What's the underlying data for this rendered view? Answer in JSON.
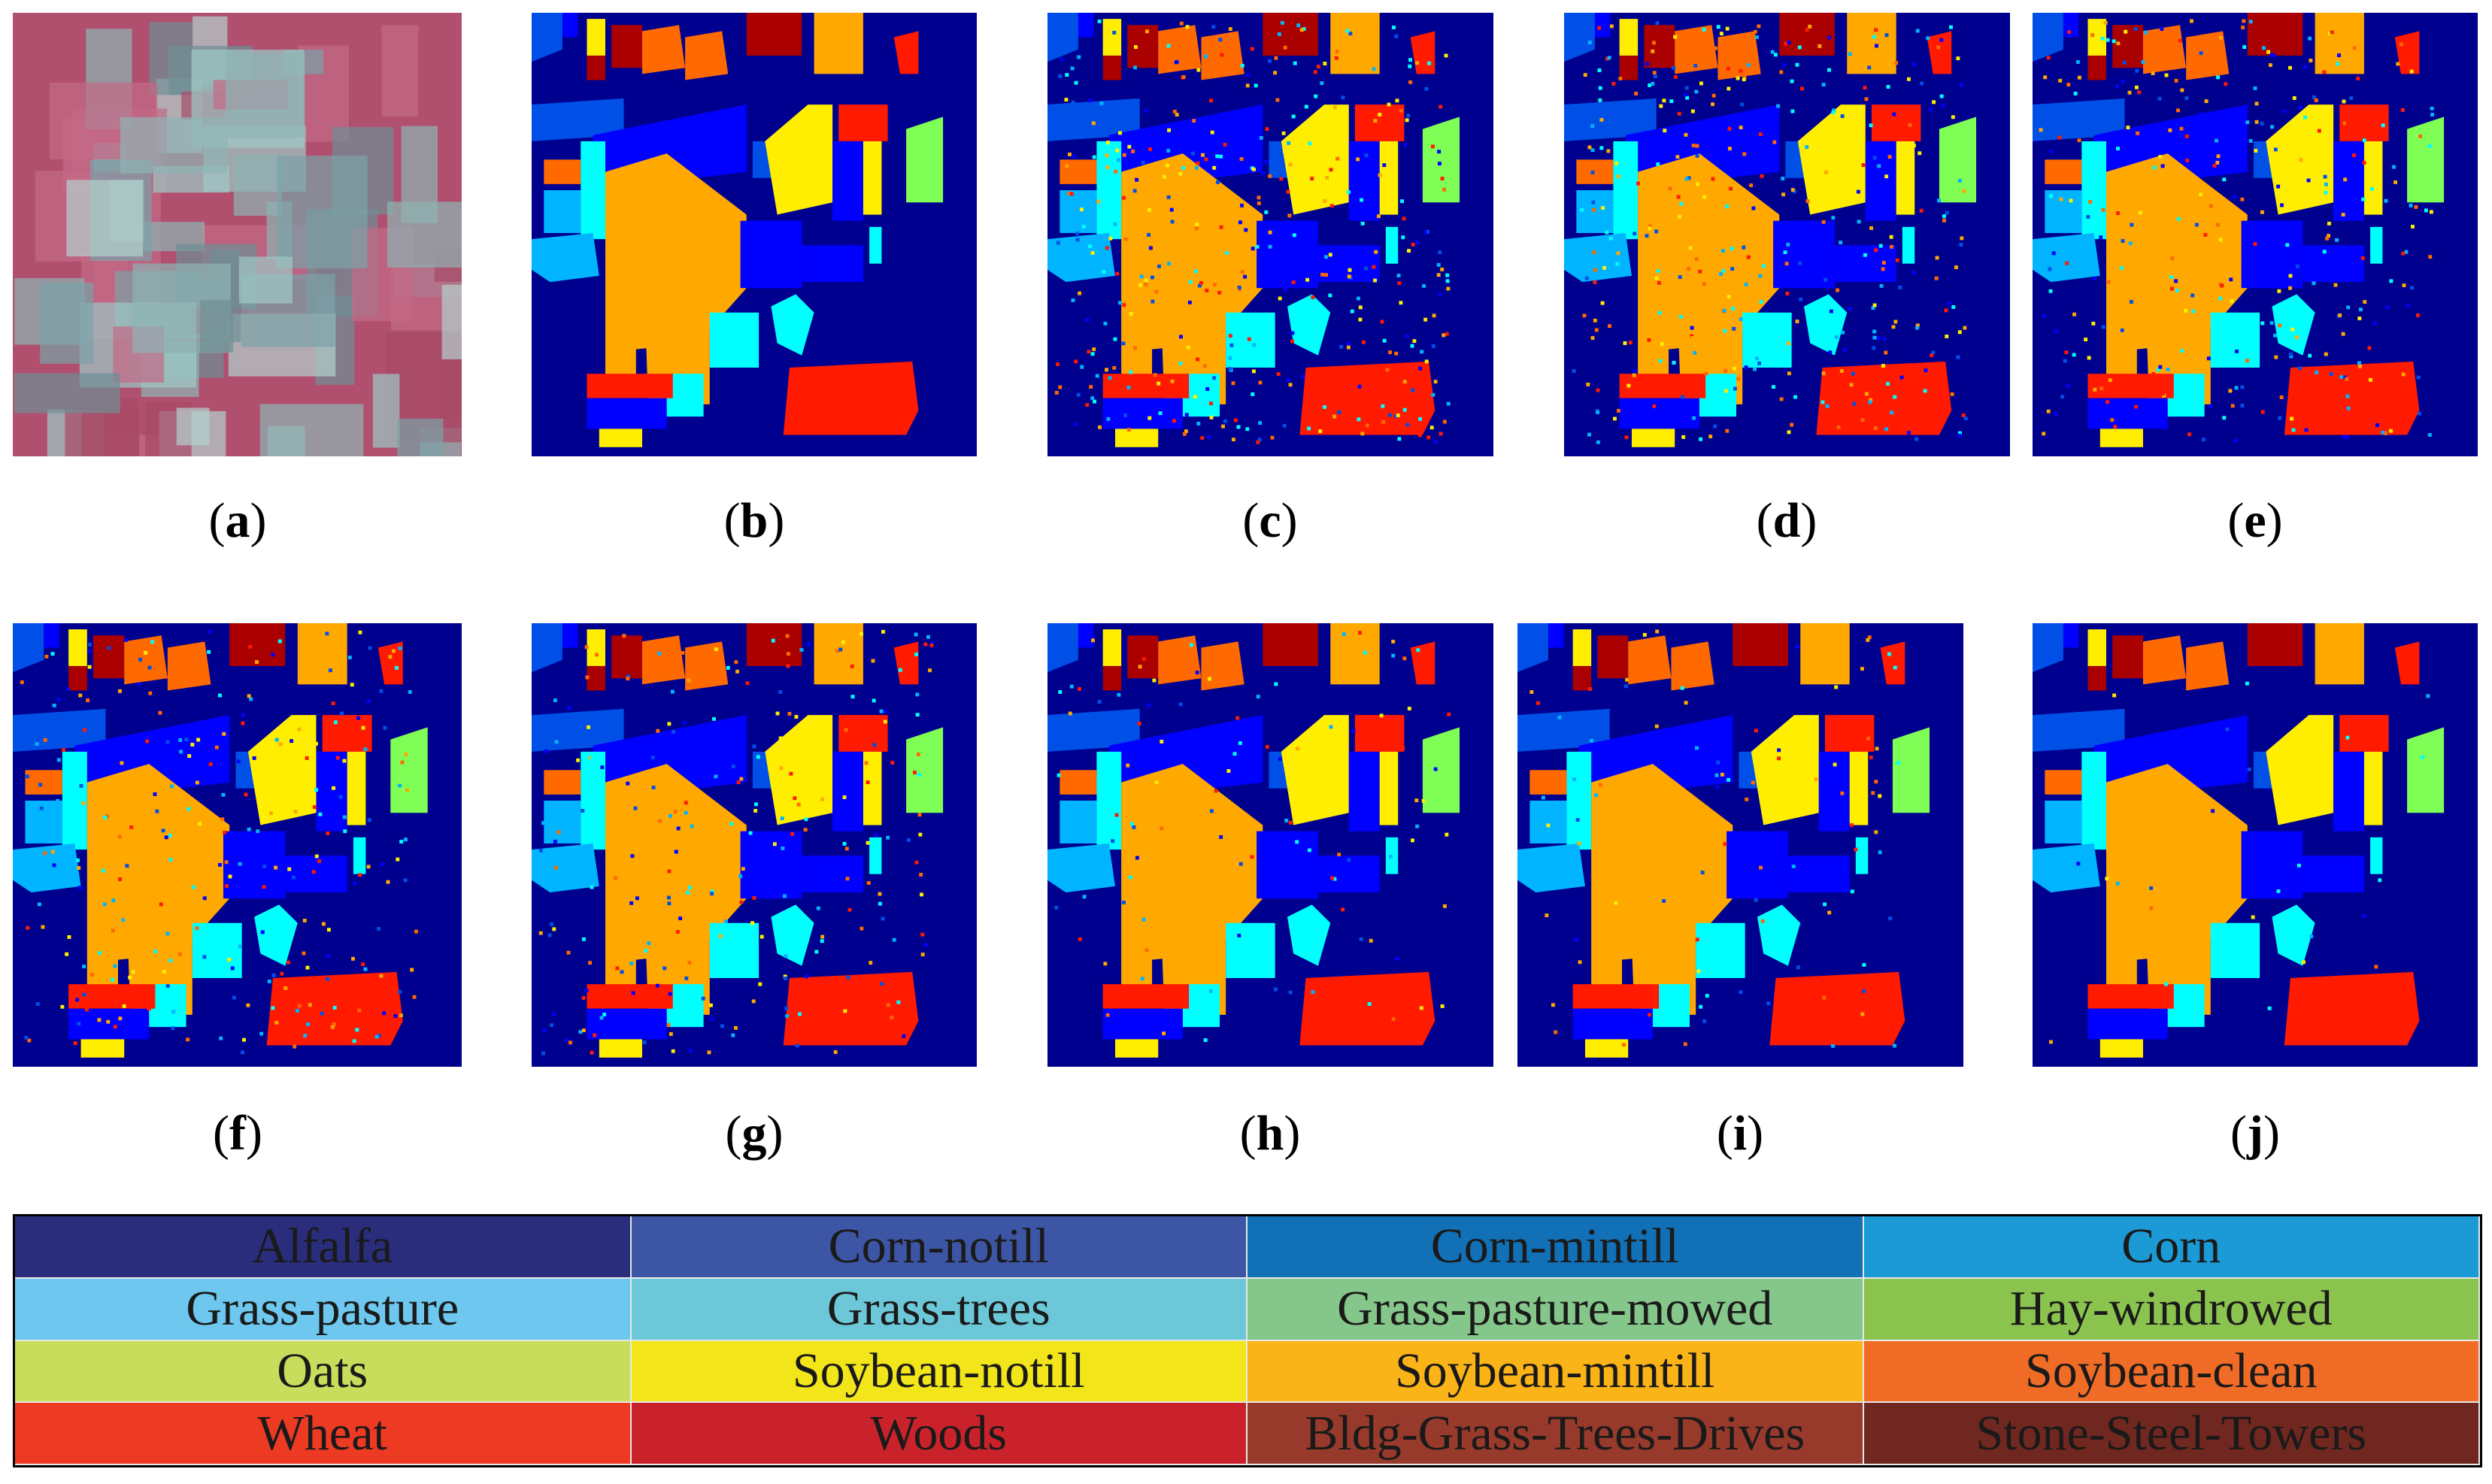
{
  "panels": [
    {
      "id": "a",
      "caption": "a",
      "kind": "false-color"
    },
    {
      "id": "b",
      "caption": "b",
      "kind": "ground-truth",
      "noise": 0
    },
    {
      "id": "c",
      "caption": "c",
      "kind": "map",
      "noise": 0.16
    },
    {
      "id": "d",
      "caption": "d",
      "kind": "map",
      "noise": 0.14
    },
    {
      "id": "e",
      "caption": "e",
      "kind": "map",
      "noise": 0.12
    },
    {
      "id": "f",
      "caption": "f",
      "kind": "map",
      "noise": 0.1
    },
    {
      "id": "g",
      "caption": "g",
      "kind": "map",
      "noise": 0.09
    },
    {
      "id": "h",
      "caption": "h",
      "kind": "map",
      "noise": 0.04
    },
    {
      "id": "i",
      "caption": "i",
      "kind": "map",
      "noise": 0.035
    },
    {
      "id": "j",
      "caption": "j",
      "kind": "map",
      "noise": 0.01
    }
  ],
  "legend": [
    {
      "label": "Alfalfa",
      "color": "#2a2d7c"
    },
    {
      "label": "Corn-notill",
      "color": "#3c55a4"
    },
    {
      "label": "Corn-mintill",
      "color": "#1170b6"
    },
    {
      "label": "Corn",
      "color": "#1c9ad6"
    },
    {
      "label": "Grass-pasture",
      "color": "#6dc7ee"
    },
    {
      "label": "Grass-trees",
      "color": "#6cc8d8"
    },
    {
      "label": "Grass-pasture-mowed",
      "color": "#85c68a"
    },
    {
      "label": "Hay-windrowed",
      "color": "#8bc34f"
    },
    {
      "label": "Oats",
      "color": "#c9dd5c"
    },
    {
      "label": "Soybean-notill",
      "color": "#f2e51a"
    },
    {
      "label": "Soybean-mintill",
      "color": "#fbb418"
    },
    {
      "label": "Soybean-clean",
      "color": "#f06b26"
    },
    {
      "label": "Wheat",
      "color": "#ed3a23"
    },
    {
      "label": "Woods",
      "color": "#c9222b"
    },
    {
      "label": "Bldg-Grass-Trees-Drives",
      "color": "#973a2b"
    },
    {
      "label": "Stone-Steel-Towers",
      "color": "#70271f"
    }
  ],
  "map_colors": {
    "background": "#00008f",
    "blue": "#0000ff",
    "midblue": "#0050e8",
    "lightblue": "#00b4ff",
    "cyan": "#00ffff",
    "yellow": "#ffee00",
    "orange": "#ffa800",
    "darkorange": "#ff6a00",
    "red": "#ff1a00",
    "darkred": "#aa0000",
    "green": "#7fff55",
    "brown": "#800000"
  }
}
